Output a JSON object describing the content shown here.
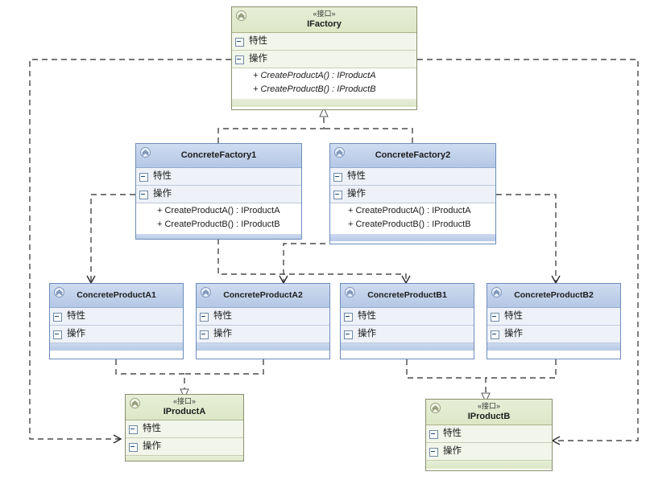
{
  "diagram": {
    "title": "Abstract Factory UML class diagram",
    "stereotype_interface": "«接口»",
    "compartments": {
      "attributes": "特性",
      "operations": "操作"
    },
    "colors": {
      "interface_header": "#dde7c6",
      "interface_border": "#8a8f6e",
      "class_header": "#b4c7e5",
      "class_border": "#6d8dbb",
      "edge": "#4a4a4a",
      "canvas": "#ffffff"
    },
    "icons": {
      "class_badge": "double-chevron-up-icon",
      "compartment_toggle": "minus-box-icon"
    }
  },
  "nodes": {
    "ifactory": {
      "name": "IFactory",
      "stereotype": "«接口»",
      "kind": "interface",
      "attributes_label": "特性",
      "operations_label": "操作",
      "operations": [
        "+ CreateProductA() : IProductA",
        "+ CreateProductB() : IProductB"
      ]
    },
    "concrete_factory1": {
      "name": "ConcreteFactory1",
      "kind": "class",
      "attributes_label": "特性",
      "operations_label": "操作",
      "operations": [
        "+ CreateProductA() : IProductA",
        "+ CreateProductB() : IProductB"
      ]
    },
    "concrete_factory2": {
      "name": "ConcreteFactory2",
      "kind": "class",
      "attributes_label": "特性",
      "operations_label": "操作",
      "operations": [
        "+ CreateProductA() : IProductA",
        "+ CreateProductB() : IProductB"
      ]
    },
    "concrete_product_a1": {
      "name": "ConcreteProductA1",
      "kind": "class",
      "attributes_label": "特性",
      "operations_label": "操作",
      "operations": []
    },
    "concrete_product_a2": {
      "name": "ConcreteProductA2",
      "kind": "class",
      "attributes_label": "特性",
      "operations_label": "操作",
      "operations": []
    },
    "concrete_product_b1": {
      "name": "ConcreteProductB1",
      "kind": "class",
      "attributes_label": "特性",
      "operations_label": "操作",
      "operations": []
    },
    "concrete_product_b2": {
      "name": "ConcreteProductB2",
      "kind": "class",
      "attributes_label": "特性",
      "operations_label": "操作",
      "operations": []
    },
    "iproduct_a": {
      "name": "IProductA",
      "stereotype": "«接口»",
      "kind": "interface",
      "attributes_label": "特性",
      "operations_label": "操作",
      "operations": []
    },
    "iproduct_b": {
      "name": "IProductB",
      "stereotype": "«接口»",
      "kind": "interface",
      "attributes_label": "特性",
      "operations_label": "操作",
      "operations": []
    }
  },
  "edges": [
    {
      "id": "cf1-realizes-ifactory",
      "from": "concrete_factory1",
      "to": "ifactory",
      "type": "realization",
      "style": "dashed",
      "head": "hollow-triangle"
    },
    {
      "id": "cf2-realizes-ifactory",
      "from": "concrete_factory2",
      "to": "ifactory",
      "type": "realization",
      "style": "dashed",
      "head": "hollow-triangle"
    },
    {
      "id": "cpa1-realizes-iproducta",
      "from": "concrete_product_a1",
      "to": "iproduct_a",
      "type": "realization",
      "style": "dashed",
      "head": "hollow-triangle"
    },
    {
      "id": "cpa2-realizes-iproducta",
      "from": "concrete_product_a2",
      "to": "iproduct_a",
      "type": "realization",
      "style": "dashed",
      "head": "hollow-triangle"
    },
    {
      "id": "cpb1-realizes-iproductb",
      "from": "concrete_product_b1",
      "to": "iproduct_b",
      "type": "realization",
      "style": "dashed",
      "head": "hollow-triangle"
    },
    {
      "id": "cpb2-realizes-iproductb",
      "from": "concrete_product_b2",
      "to": "iproduct_b",
      "type": "realization",
      "style": "dashed",
      "head": "hollow-triangle"
    },
    {
      "id": "cf1-creates-cpa1",
      "from": "concrete_factory1",
      "to": "concrete_product_a1",
      "type": "dependency",
      "style": "dashed",
      "head": "open-arrow"
    },
    {
      "id": "cf1-creates-cpb1",
      "from": "concrete_factory1",
      "to": "concrete_product_b1",
      "type": "dependency",
      "style": "dashed",
      "head": "open-arrow"
    },
    {
      "id": "cf2-creates-cpa2",
      "from": "concrete_factory2",
      "to": "concrete_product_a2",
      "type": "dependency",
      "style": "dashed",
      "head": "open-arrow"
    },
    {
      "id": "cf2-creates-cpb2",
      "from": "concrete_factory2",
      "to": "concrete_product_b2",
      "type": "dependency",
      "style": "dashed",
      "head": "open-arrow"
    },
    {
      "id": "ifactory-depends-iproducta",
      "from": "ifactory",
      "to": "iproduct_a",
      "type": "dependency",
      "style": "dashed",
      "head": "open-arrow"
    },
    {
      "id": "ifactory-depends-iproductb",
      "from": "ifactory",
      "to": "iproduct_b",
      "type": "dependency",
      "style": "dashed",
      "head": "open-arrow"
    }
  ]
}
